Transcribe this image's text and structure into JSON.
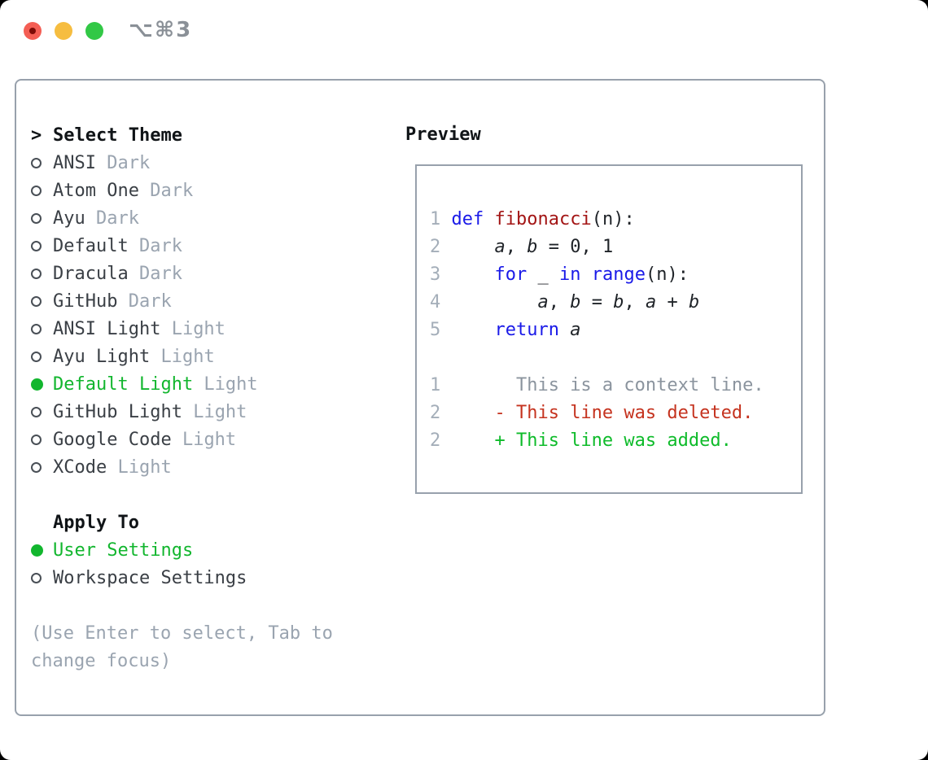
{
  "titlebar": {
    "shortcut": "⌥⌘3"
  },
  "theme_panel": {
    "header": {
      "cursor": ">",
      "label": "Select Theme"
    },
    "themes": [
      {
        "name": "ANSI",
        "variant": "Dark",
        "selected": false
      },
      {
        "name": "Atom One",
        "variant": "Dark",
        "selected": false
      },
      {
        "name": "Ayu",
        "variant": "Dark",
        "selected": false
      },
      {
        "name": "Default",
        "variant": "Dark",
        "selected": false
      },
      {
        "name": "Dracula",
        "variant": "Dark",
        "selected": false
      },
      {
        "name": "GitHub",
        "variant": "Dark",
        "selected": false
      },
      {
        "name": "ANSI Light",
        "variant": "Light",
        "selected": false
      },
      {
        "name": "Ayu Light",
        "variant": "Light",
        "selected": false
      },
      {
        "name": "Default Light",
        "variant": "Light",
        "selected": true
      },
      {
        "name": "GitHub Light",
        "variant": "Light",
        "selected": false
      },
      {
        "name": "Google Code",
        "variant": "Light",
        "selected": false
      },
      {
        "name": "XCode",
        "variant": "Light",
        "selected": false
      }
    ],
    "apply_to": {
      "label": "Apply To",
      "options": [
        {
          "name": "User Settings",
          "selected": true
        },
        {
          "name": "Workspace Settings",
          "selected": false
        }
      ]
    },
    "hint_lines": [
      "(Use Enter to select, Tab to",
      "change focus)"
    ]
  },
  "preview": {
    "title": "Preview",
    "lines": [
      {
        "num": "1",
        "tokens": [
          {
            "text": " ",
            "style": "plain"
          },
          {
            "text": "def",
            "style": "kw"
          },
          {
            "text": " ",
            "style": "plain"
          },
          {
            "text": "fibonacci",
            "style": "fn"
          },
          {
            "text": "(n):",
            "style": "plain"
          }
        ]
      },
      {
        "num": "2",
        "tokens": [
          {
            "text": "     ",
            "style": "plain"
          },
          {
            "text": "a",
            "style": "var"
          },
          {
            "text": ", ",
            "style": "plain"
          },
          {
            "text": "b",
            "style": "var"
          },
          {
            "text": " = 0, 1",
            "style": "plain"
          }
        ]
      },
      {
        "num": "3",
        "tokens": [
          {
            "text": "     ",
            "style": "plain"
          },
          {
            "text": "for",
            "style": "kw"
          },
          {
            "text": " _ ",
            "style": "plain"
          },
          {
            "text": "in",
            "style": "kw"
          },
          {
            "text": " ",
            "style": "plain"
          },
          {
            "text": "range",
            "style": "kw"
          },
          {
            "text": "(n):",
            "style": "plain"
          }
        ]
      },
      {
        "num": "4",
        "tokens": [
          {
            "text": "         ",
            "style": "plain"
          },
          {
            "text": "a",
            "style": "var"
          },
          {
            "text": ", ",
            "style": "plain"
          },
          {
            "text": "b",
            "style": "var"
          },
          {
            "text": " = ",
            "style": "plain"
          },
          {
            "text": "b",
            "style": "var"
          },
          {
            "text": ", ",
            "style": "plain"
          },
          {
            "text": "a",
            "style": "var"
          },
          {
            "text": " + ",
            "style": "plain"
          },
          {
            "text": "b",
            "style": "var"
          }
        ]
      },
      {
        "num": "5",
        "tokens": [
          {
            "text": "     ",
            "style": "plain"
          },
          {
            "text": "return",
            "style": "kw"
          },
          {
            "text": " ",
            "style": "plain"
          },
          {
            "text": "a",
            "style": "var"
          }
        ]
      },
      {
        "num": "",
        "tokens": []
      },
      {
        "num": "1",
        "tokens": [
          {
            "text": "       This is a context line.",
            "style": "ctx"
          }
        ]
      },
      {
        "num": "2",
        "tokens": [
          {
            "text": "     - This line was deleted.",
            "style": "del"
          }
        ]
      },
      {
        "num": "2",
        "tokens": [
          {
            "text": "     + This line was added.",
            "style": "add"
          }
        ]
      }
    ]
  },
  "colors": {
    "titlebar_red": "#f45e54",
    "titlebar_red_dot": "#7d0b06",
    "titlebar_yellow": "#f6bd40",
    "titlebar_green": "#32c846",
    "titlebar_text": "#8a9097",
    "border_gray": "#98a1ac",
    "header_text": "#101417",
    "item_text": "#3a3f45",
    "muted_gray": "#9aa4b0",
    "radio_ring": "#494f56",
    "accent_green": "#12b62e",
    "code_text": "#1f2328",
    "keyword_blue": "#1a1ae8",
    "function_red": "#a31515",
    "context_gray": "#8b949e",
    "deleted_red": "#c5331f",
    "added_green": "#0ebb2a",
    "line_number_gray": "#a4aeb9"
  }
}
